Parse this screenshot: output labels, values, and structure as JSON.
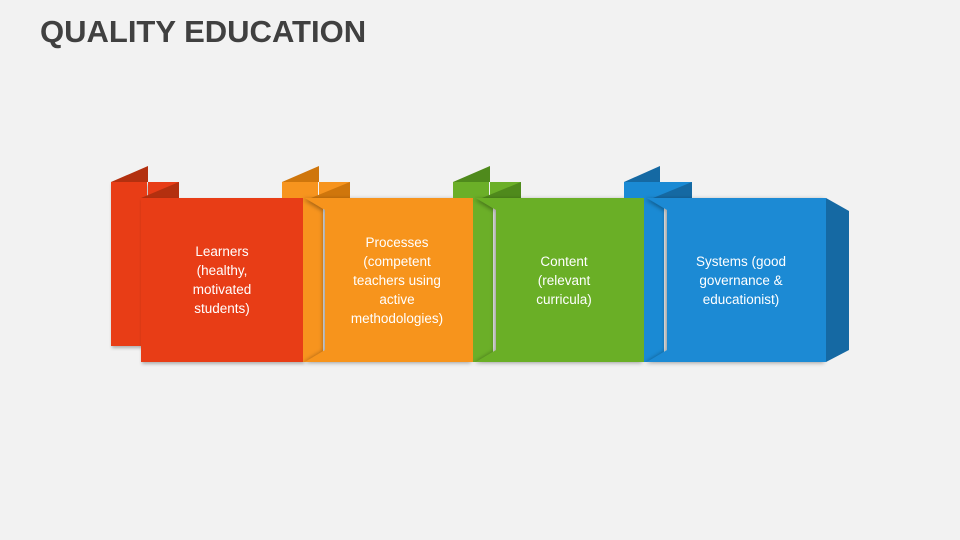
{
  "title": "QUALITY EDUCATION",
  "steps": [
    {
      "id": "learners",
      "label": "Learners\n(healthy,\nmotivated\nstudents)",
      "color": "#E83D17",
      "dark": "#B3300F"
    },
    {
      "id": "processes",
      "label": "Processes\n(competent\nteachers using\nactive\nmethodologies)",
      "color": "#F7941E",
      "dark": "#CF760C"
    },
    {
      "id": "content",
      "label": "Content\n(relevant\ncurricula)",
      "color": "#6BAF28",
      "dark": "#4F8A1C"
    },
    {
      "id": "systems",
      "label": "Systems (good\ngovernance &\neducationist)",
      "color": "#1A8AD4",
      "dark": "#1569A3"
    }
  ],
  "colors": {
    "background": "#F2F2F2",
    "title": "#404040"
  }
}
